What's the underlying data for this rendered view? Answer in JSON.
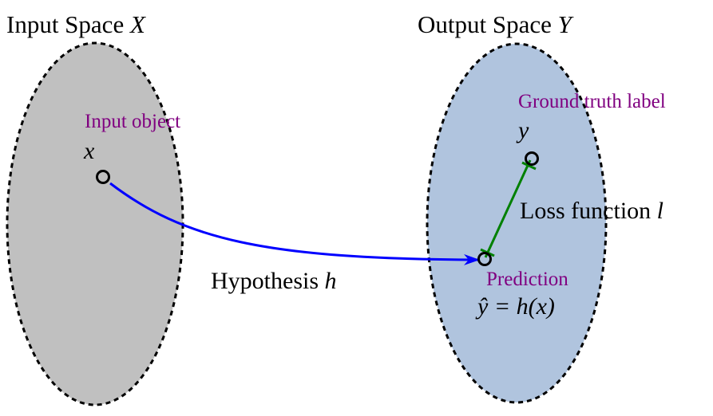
{
  "input_space": {
    "title_prefix": "Input Space ",
    "title_var": "X",
    "fill": "#c0c0c0",
    "object_label": "Input object",
    "object_var": "x"
  },
  "output_space": {
    "title_prefix": "Output Space ",
    "title_var": "Y",
    "fill": "#b0c4de",
    "ground_truth_label": "Ground truth label",
    "ground_truth_var": "y",
    "prediction_label": "Prediction",
    "prediction_formula_var": "ŷ",
    "prediction_formula_rest": " = h(x)"
  },
  "hypothesis": {
    "label_prefix": "Hypothesis ",
    "label_var": "h",
    "color": "#0000ff"
  },
  "loss": {
    "label_prefix": "Loss function ",
    "label_var": "l",
    "color": "#008000"
  },
  "label_color": "#800080"
}
